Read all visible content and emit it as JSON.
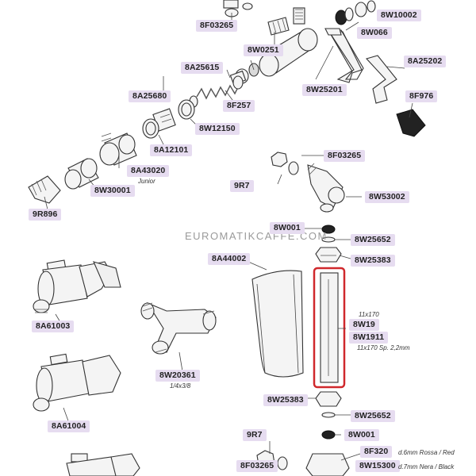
{
  "watermark": "EUROMATIKCAFFE.COM",
  "labels": {
    "l8F03265a": "8F03265",
    "l8W10002": "8W10002",
    "l8W066": "8W066",
    "l8W0251": "8W0251",
    "l8A25615": "8A25615",
    "l8A25202": "8A25202",
    "l8W25201": "8W25201",
    "l8A25680": "8A25680",
    "l8F257": "8F257",
    "l8F976": "8F976",
    "l8W12150": "8W12150",
    "l8A12101": "8A12101",
    "l8A43020": "8A43020",
    "l8W30001": "8W30001",
    "l9R896": "9R896",
    "l8F03265b": "8F03265",
    "l9R7a": "9R7",
    "l8W53002": "8W53002",
    "l8W001a": "8W001",
    "l8W25652a": "8W25652",
    "l8A44002": "8A44002",
    "l8W25383a": "8W25383",
    "l8A61003": "8A61003",
    "l8W19": "8W19",
    "l8W1911": "8W1911",
    "l8W20361": "8W20361",
    "l8W25383b": "8W25383",
    "l8W25652b": "8W25652",
    "l8A61004": "8A61004",
    "l9R7b": "9R7",
    "l8W001b": "8W001",
    "l8F320": "8F320",
    "l8F03265c": "8F03265",
    "l8W15300": "8W15300"
  },
  "notes": {
    "junior": "Junior",
    "size_11x170": "11x170",
    "size_sp": "11x170 Sp. 2,2mm",
    "thread": "1/4x3/8",
    "red": "d.6mm Rossa / Red",
    "black": "d.7mm Nera / Black"
  },
  "colors": {
    "label_bg": "#e6dcf0",
    "highlight": "#d0282c",
    "line": "#444444"
  }
}
